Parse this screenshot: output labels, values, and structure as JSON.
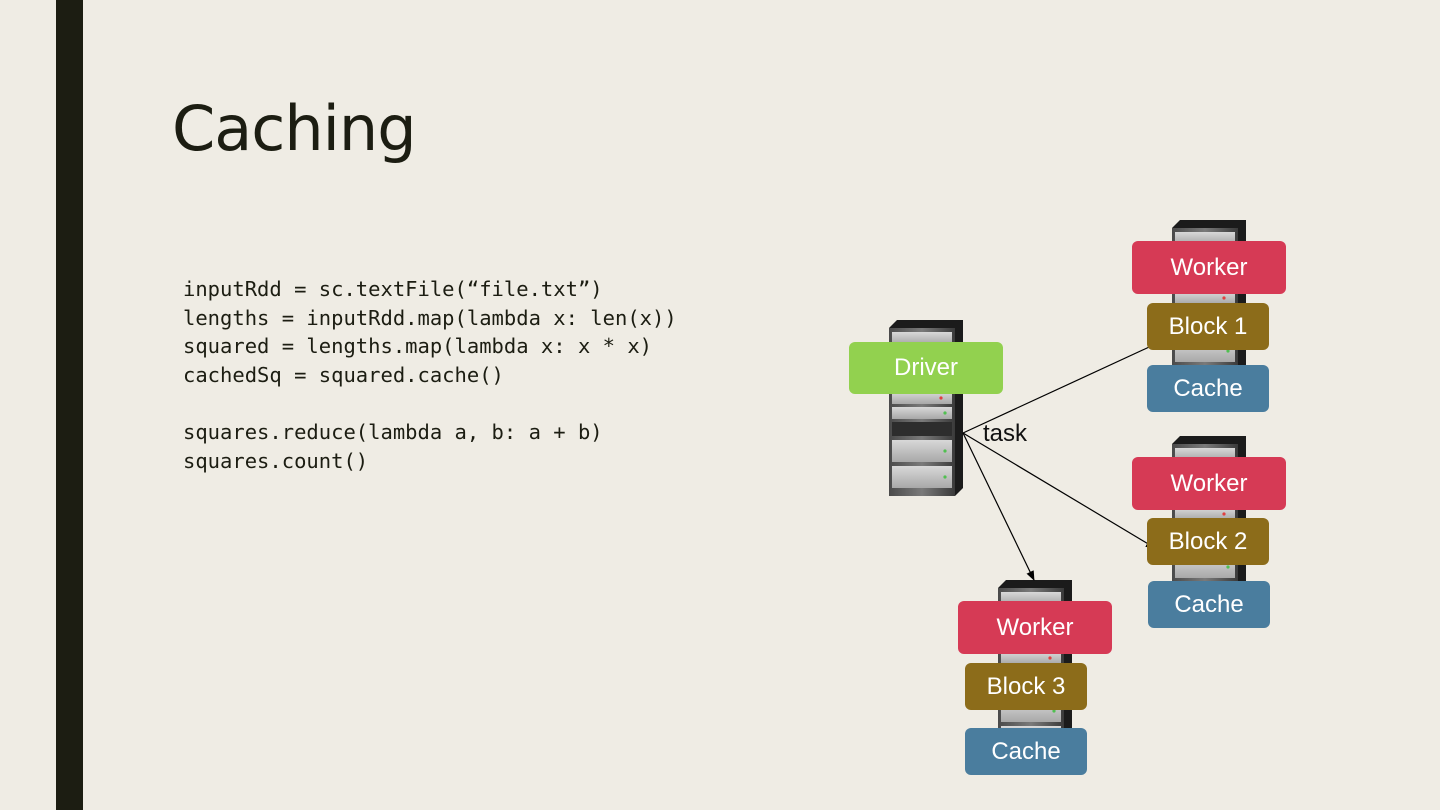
{
  "slide": {
    "title": "Caching",
    "code_lines": [
      "inputRdd = sc.textFile(“file.txt”)",
      "lengths = inputRdd.map(lambda x: len(x))",
      "squared = lengths.map(lambda x: x * x)",
      "cachedSq = squared.cache()",
      "",
      "squares.reduce(lambda a, b: a + b)",
      "squares.count()"
    ]
  },
  "diagram": {
    "driver_label": "Driver",
    "edge_label": "task",
    "nodes": [
      {
        "worker": "Worker",
        "block": "Block 1",
        "cache": "Cache"
      },
      {
        "worker": "Worker",
        "block": "Block 2",
        "cache": "Cache"
      },
      {
        "worker": "Worker",
        "block": "Block 3",
        "cache": "Cache"
      }
    ],
    "colors": {
      "driver": "#92d14f",
      "worker": "#d63a55",
      "block": "#8c6c1a",
      "cache": "#4a7d9e",
      "accent_bar": "#1c1d12"
    }
  }
}
